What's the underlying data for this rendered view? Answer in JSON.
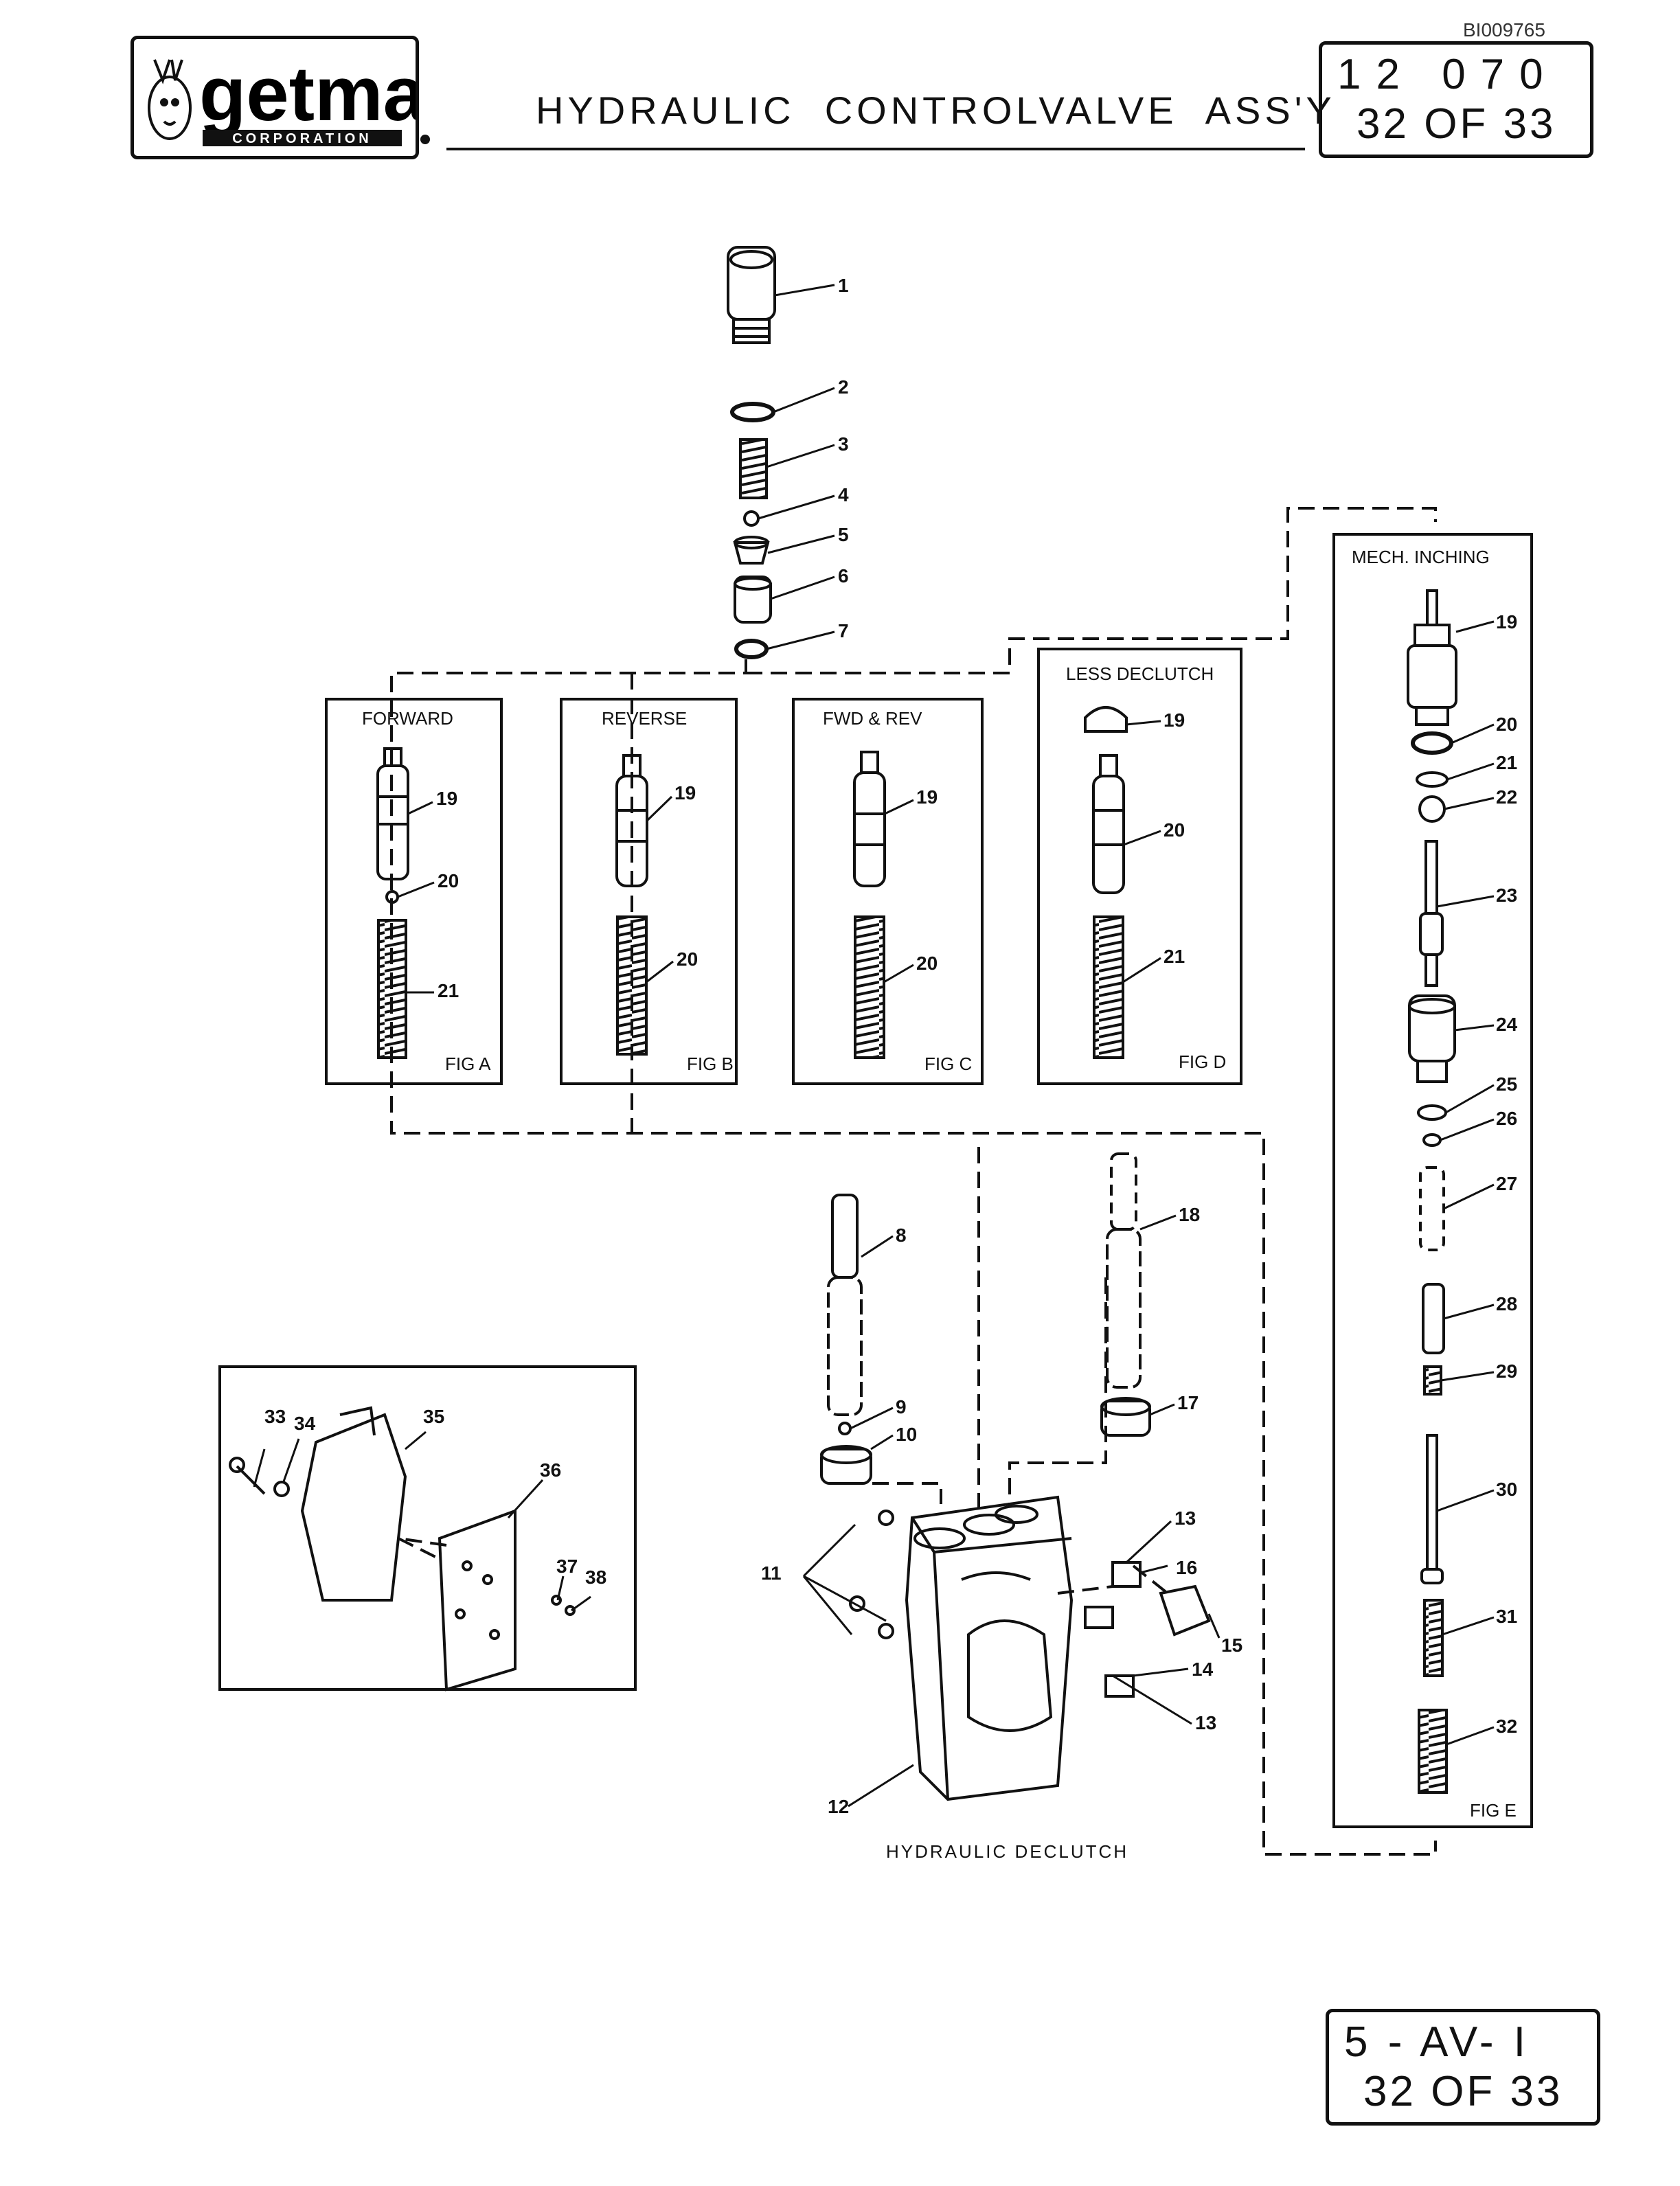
{
  "header": {
    "brand": "getman",
    "brand_sub": "CORPORATION",
    "title": "HYDRAULIC  CONTROLVALVE  ASS'Y",
    "ref_code": "BI009765",
    "page_box_top": {
      "line1": "12 070",
      "line2": "32 OF 33"
    }
  },
  "footer": {
    "page_box_bottom": {
      "line1": "5 - AV- I",
      "line2": "32 OF 33"
    }
  },
  "figures": {
    "forward": {
      "title": "FORWARD",
      "fig": "FIG A"
    },
    "reverse": {
      "title": "REVERSE",
      "fig": "FIG B"
    },
    "fwd_rev": {
      "title": "FWD & REV",
      "fig": "FIG C"
    },
    "less_declutch": {
      "title": "LESS DECLUTCH",
      "fig": "FIG D"
    },
    "mech_inching": {
      "title": "MECH. INCHING",
      "fig": "FIG E"
    },
    "hydraulic_declutch": {
      "title": "HYDRAULIC  DECLUTCH"
    }
  },
  "callouts": {
    "top_stack": [
      "1",
      "2",
      "3",
      "4",
      "5",
      "6",
      "7"
    ],
    "fig_a": [
      "19",
      "20",
      "21"
    ],
    "fig_b": [
      "19",
      "20"
    ],
    "fig_c": [
      "19",
      "20"
    ],
    "fig_d": [
      "19",
      "20",
      "21"
    ],
    "fig_e": [
      "19",
      "20",
      "21",
      "22",
      "23",
      "24",
      "25",
      "26",
      "27",
      "28",
      "29",
      "30",
      "31",
      "32"
    ],
    "body": [
      "8",
      "9",
      "10",
      "11",
      "12",
      "13",
      "13",
      "14",
      "15",
      "16",
      "17",
      "18"
    ],
    "inset": [
      "33",
      "34",
      "35",
      "36",
      "37",
      "38"
    ]
  }
}
